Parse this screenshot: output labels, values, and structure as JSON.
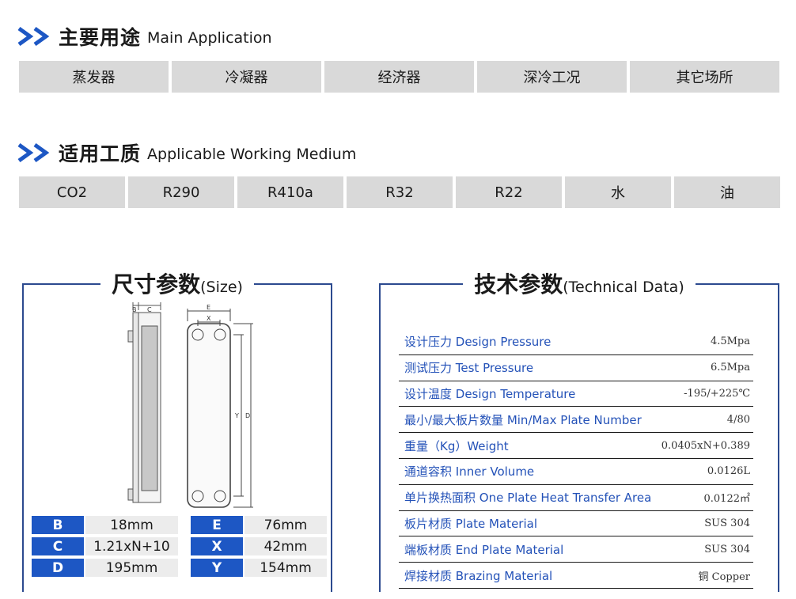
{
  "main_application": {
    "title_cn": "主要用途",
    "title_en": "Main Application",
    "items": [
      "蒸发器",
      "冷凝器",
      "经济器",
      "深冷工况",
      "其它场所"
    ]
  },
  "working_medium": {
    "title_cn": "适用工质",
    "title_en": "Applicable Working Medium",
    "items": [
      "CO2",
      "R290",
      "R410a",
      "R32",
      "R22",
      "水",
      "油"
    ]
  },
  "size": {
    "title_cn": "尺寸参数",
    "title_en": "(Size)",
    "drawing_labels": {
      "b": "B",
      "c": "C",
      "e": "E",
      "x": "X",
      "y": "Y",
      "d": "D"
    },
    "rows": [
      {
        "k1": "B",
        "v1": "18mm",
        "k2": "E",
        "v2": "76mm"
      },
      {
        "k1": "C",
        "v1": "1.21xN+10",
        "k2": "X",
        "v2": "42mm"
      },
      {
        "k1": "D",
        "v1": "195mm",
        "k2": "Y",
        "v2": "154mm"
      }
    ]
  },
  "technical": {
    "title_cn": "技术参数",
    "title_en": "(Technical Data)",
    "rows": [
      {
        "label": "设计压力  Design Pressure",
        "value": "4.5Mpa"
      },
      {
        "label": "测试压力  Test Pressure",
        "value": "6.5Mpa"
      },
      {
        "label": "设计温度  Design Temperature",
        "value": "-195/+225℃"
      },
      {
        "label": "最小/最大板片数量  Min/Max Plate Number",
        "value": "4/80"
      },
      {
        "label": "重量（Kg）Weight",
        "value": "0.0405xN+0.389"
      },
      {
        "label": "通道容积  Inner Volume",
        "value": "0.0126L"
      },
      {
        "label": "单片换热面积   One Plate Heat Transfer Area",
        "value": "0.0122㎡"
      },
      {
        "label": "板片材质  Plate Material",
        "value": "SUS 304"
      },
      {
        "label": "端板材质  End Plate Material",
        "value": "SUS 304"
      },
      {
        "label": "焊接材质  Brazing Material",
        "value": "铜 Copper"
      }
    ]
  },
  "colors": {
    "accent_blue": "#1d57c4",
    "frame_blue": "#2c4a8f",
    "label_blue": "#2452b8",
    "tag_gray": "#d9d9d9"
  },
  "icons": {
    "section_marker": "double-chevron-icon"
  }
}
